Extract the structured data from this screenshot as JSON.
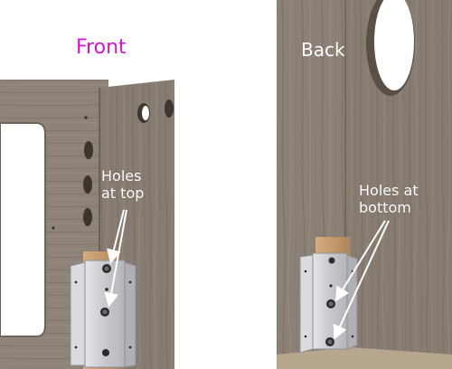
{
  "front": {
    "title": "Front",
    "callout_line1": "Holes",
    "callout_line2": "at top"
  },
  "back": {
    "title": "Back",
    "callout_line1": "Holes at",
    "callout_line2": "bottom"
  },
  "colors": {
    "front_title": "#d416d4",
    "wood": "#8a7f74",
    "bracket": "#c9cbcf",
    "pin": "#c79a6b",
    "arrow": "#ffffff"
  }
}
